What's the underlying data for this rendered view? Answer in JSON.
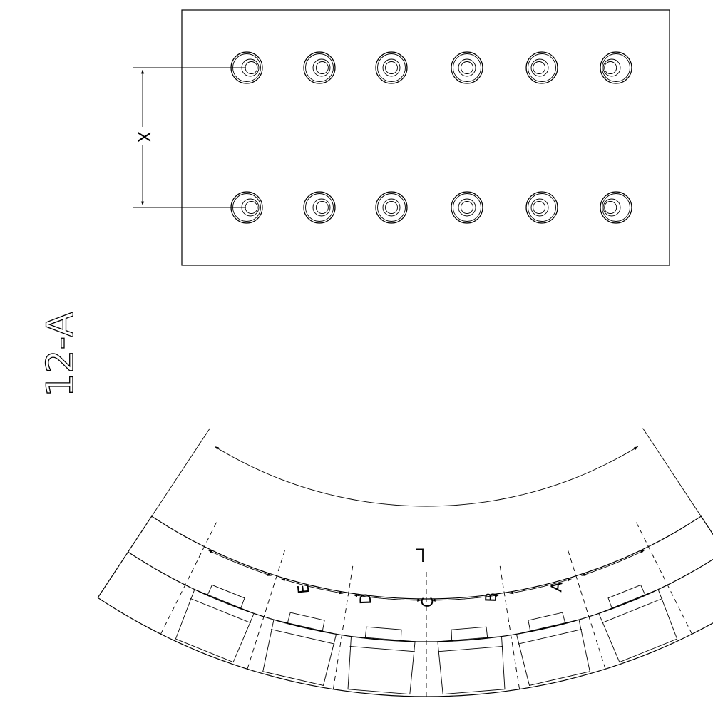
{
  "part_id": "12-A",
  "top_view": {
    "dimension_label": "X",
    "rivet_rows": 2,
    "rivet_columns": 6
  },
  "bottom_view": {
    "overall_dimension_label": "L",
    "segment_labels": [
      "E",
      "D",
      "C",
      "B",
      "A"
    ],
    "rivet_count": 6
  }
}
